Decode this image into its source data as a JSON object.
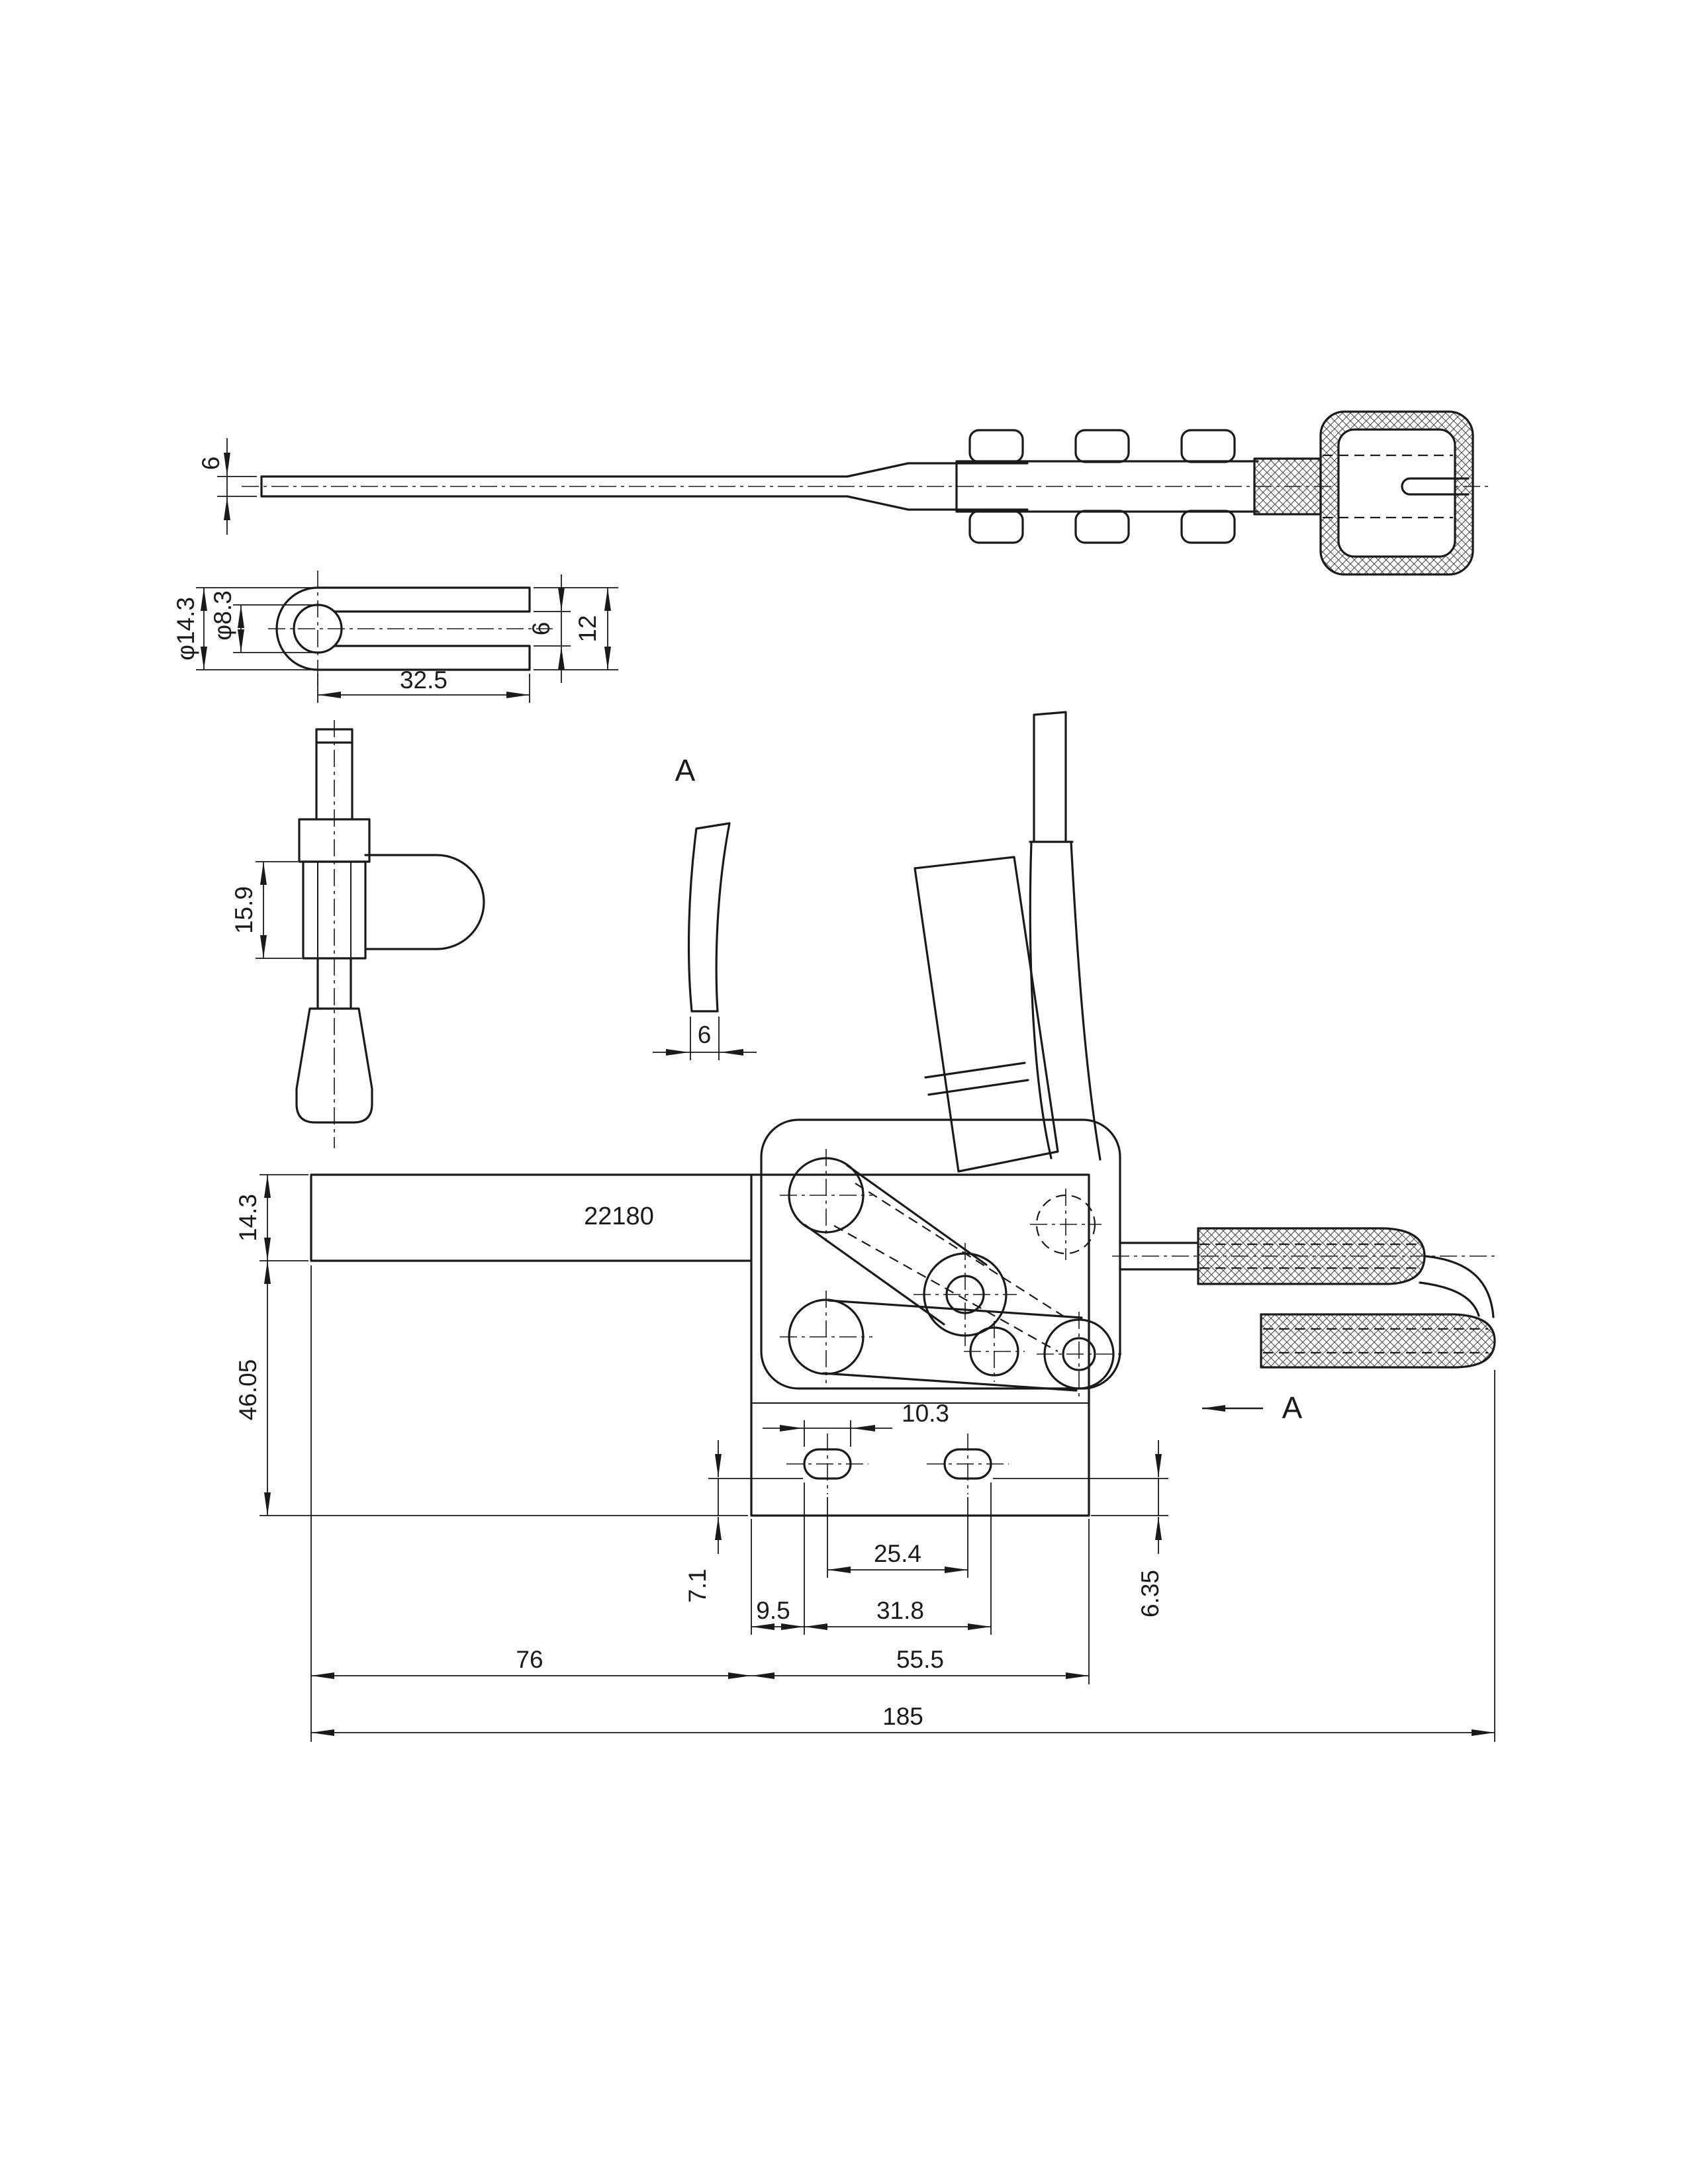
{
  "drawing": {
    "part_number": "22180",
    "section_label": "A",
    "section_cut_label": "A",
    "dimensions": {
      "bar_thickness": "6",
      "fork_outer_dia": "φ14.3",
      "fork_hole_dia": "φ8.3",
      "fork_slot_width": "6",
      "fork_height": "12",
      "fork_length": "32.5",
      "spindle_body_width": "15.9",
      "section_thickness": "6",
      "flange_thickness": "14.3",
      "base_height": "46.05",
      "slot_length": "10.3",
      "slot_pitch": "25.4",
      "slot_span": "31.8",
      "slot_edge_offset": "9.5",
      "slot_to_bottom": "7.1",
      "arm_length": "76",
      "base_length": "55.5",
      "base_to_slot_offset": "6.35",
      "overall_length": "185"
    }
  }
}
